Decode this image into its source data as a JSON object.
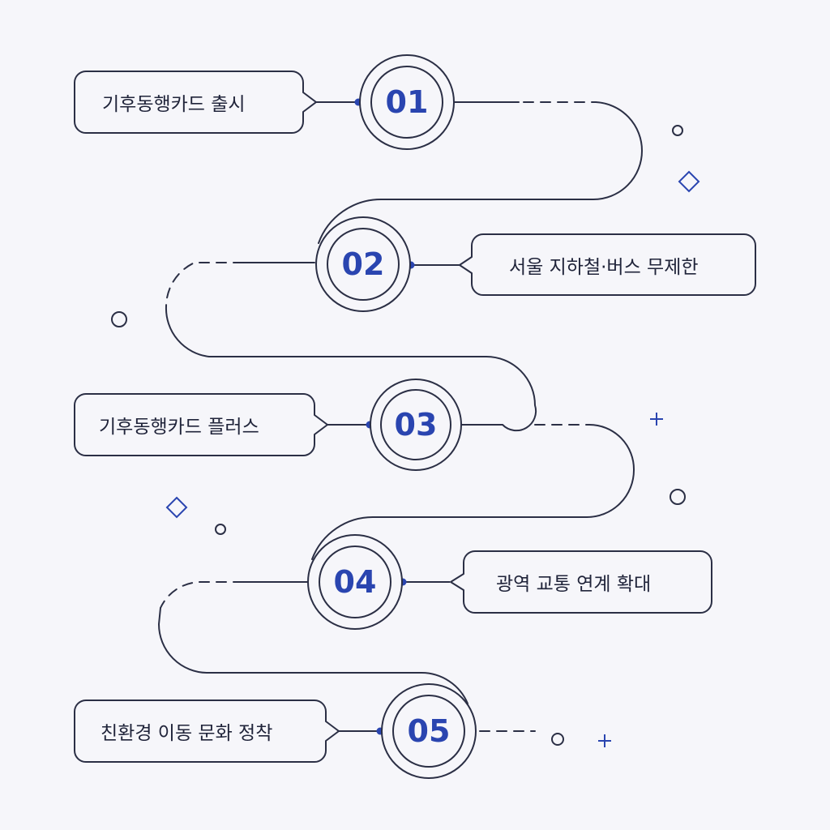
{
  "steps": [
    {
      "number": "01",
      "label": "기후동행카드 출시"
    },
    {
      "number": "02",
      "label": "서울 지하철·버스 무제한"
    },
    {
      "number": "03",
      "label": "기후동행카드 플러스"
    },
    {
      "number": "04",
      "label": "광역 교통 연계 확대"
    },
    {
      "number": "05",
      "label": "친환경 이동 문화 정착"
    }
  ],
  "colors": {
    "accent": "#2a45b0",
    "line": "#2b2f45",
    "background": "#f6f6fa"
  }
}
